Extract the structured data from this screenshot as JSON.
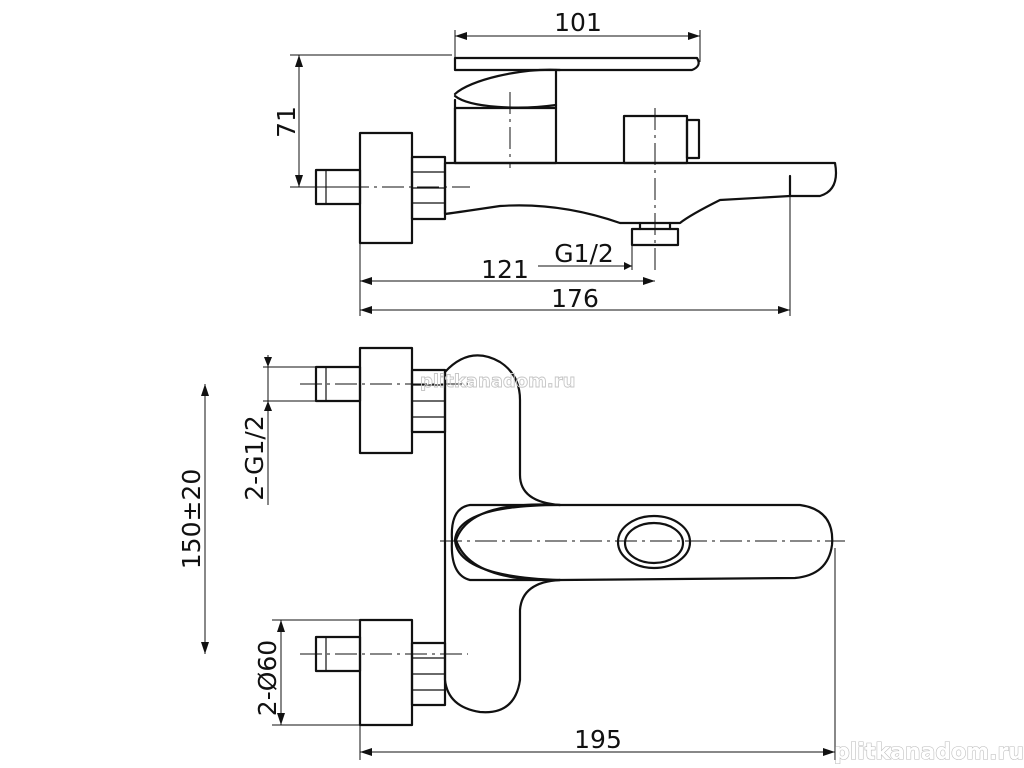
{
  "dimensions": {
    "handle_width": "101",
    "height": "71",
    "outlet_thread": "G1/2",
    "inlet_to_outlet": "121",
    "overall_depth": "176",
    "inlet_thread": "2-G1/2",
    "center_distance": "150±20",
    "flange_diameter": "2-Ø60",
    "overall_length": "195"
  },
  "watermarks": {
    "center": "plitkanadom.ru",
    "corner": "plitkanadom.ru"
  }
}
